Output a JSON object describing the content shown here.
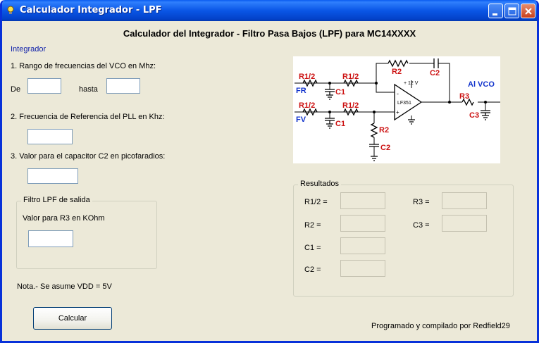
{
  "window": {
    "title": "Calculador Integrador - LPF",
    "colors": {
      "titlebar": "#0a56e6",
      "face": "#ece9d8"
    }
  },
  "header": {
    "title": "Calculador del Integrador - Filtro Pasa Bajos (LPF) para MC14XXXX"
  },
  "section_link": "Integrador",
  "q1": {
    "label": "1. Rango de frecuencias del VCO en Mhz:",
    "from_label": "De",
    "to_label": "hasta",
    "from_value": "",
    "to_value": ""
  },
  "q2": {
    "label": "2. Frecuencia de Referencia del PLL en Khz:",
    "value": ""
  },
  "q3": {
    "label": "3. Valor para el capacitor C2 en picofaradios:",
    "value": ""
  },
  "lpf_group": {
    "legend": "Filtro LPF de salida",
    "label": "Valor para R3 en KOhm",
    "value": ""
  },
  "note": "Nota.- Se asume VDD = 5V",
  "calc_button": "Calcular",
  "results": {
    "legend": "Resultados",
    "r12": {
      "label": "R1/2 =",
      "value": ""
    },
    "r2": {
      "label": "R2 =",
      "value": ""
    },
    "c1": {
      "label": "C1 =",
      "value": ""
    },
    "c2": {
      "label": "C2 =",
      "value": ""
    },
    "r3": {
      "label": "R3 =",
      "value": ""
    },
    "c3": {
      "label": "C3 =",
      "value": ""
    }
  },
  "footer": "Programado y compilado por Redfield29",
  "circuit": {
    "r12_a": "R1/2",
    "r12_b": "R1/2",
    "r12_c": "R1/2",
    "r12_d": "R1/2",
    "c1_a": "C1",
    "c1_b": "C1",
    "r2_top": "R2",
    "c2_top": "C2",
    "r2_bottom": "R2",
    "c2_bottom": "C2",
    "fr": "FR",
    "fv": "FV",
    "supply": "+ 12 V",
    "opamp": "LF351",
    "minus": "-",
    "plus": "+",
    "al_vco": "Al VCO",
    "r3": "R3",
    "c3": "C3",
    "colors": {
      "component_label": "#cc1111",
      "signal_label": "#1133cc"
    }
  }
}
